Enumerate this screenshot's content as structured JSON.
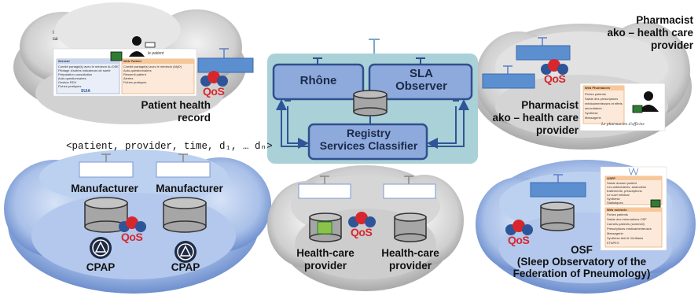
{
  "center": {
    "rhone": "Rhône",
    "sla": [
      "SLA",
      "Observer"
    ],
    "registry": [
      "Registry",
      "Services Classifier"
    ]
  },
  "top_left": {
    "label": [
      "Patient health",
      "record"
    ],
    "card_caption": "le patient",
    "card_left_header": "Serveur",
    "card_left_lines": [
      "Comité partagé(s) avec le médecin du DSE",
      "Pilotage d'autres indicateurs de santé",
      "Préparation consultation",
      "Auto-questionnaires",
      "Gestion RDV",
      "Fiches pratiques"
    ],
    "card_right_header": "Web Patient",
    "card_right_lines": [
      "Comité partagé(s) avec le médecin (MyD)",
      "Auto-questionnaires",
      "Ressenti patient",
      "Alertes",
      "Fiches pratiques"
    ],
    "card_logo": "SUiA",
    "corner": [
      "I",
      "ca"
    ]
  },
  "tuple": "<patient, provider, time, d₁, … dₙ>",
  "bottom_left": {
    "manufacturer": [
      "Manufacturer",
      "Manufacturer"
    ],
    "cpap": [
      "CPAP",
      "CPAP"
    ]
  },
  "bottom_middle": {
    "providers": [
      [
        "Health-care",
        "provider"
      ],
      [
        "Health-care",
        "provider"
      ]
    ]
  },
  "top_right": {
    "label_a": [
      "Pharmacist",
      "ako – health care",
      "provider"
    ],
    "label_b": [
      "Pharmacist",
      "ako – health care",
      "provider"
    ],
    "card_header": "Web Pharmacien",
    "card_lines": [
      "Fiches patients",
      "Saisie des prescriptions",
      "médicamenteuses et effets",
      "secondaires",
      "Synthèse",
      "Messagerie"
    ],
    "caption": "Le pharmacien d'officine"
  },
  "bottom_right": {
    "label": [
      "OSF",
      "(Sleep Observatory of the",
      "Federation of Pneumology)"
    ],
    "card_top_header": "OSFP",
    "card_top_lines": [
      "Saisie dossier patient",
      "Les antécédents, anamnèse",
      "traitements, prescriptions",
      "Le suivi médical",
      "Synthèse",
      "Statistiques"
    ],
    "card_bottom_header": "Web médecin",
    "card_bottom_lines": [
      "Fiches patients",
      "Saisie des informations OSF",
      "Carnets patients (sommeil)",
      "Prescriptions médicamenteuses",
      "Messagerie",
      "Synthèse Add & Vérifiants",
      "ETAPES"
    ]
  },
  "qos": "QoS",
  "colors": {
    "box_fill": "#8ea9db",
    "box_border": "#2f4f8f",
    "center_bg": "#a9d1d7",
    "arrow": "#2e5597",
    "cyl_fill": "#a6a6a6",
    "monitor": "#2e7d32"
  }
}
